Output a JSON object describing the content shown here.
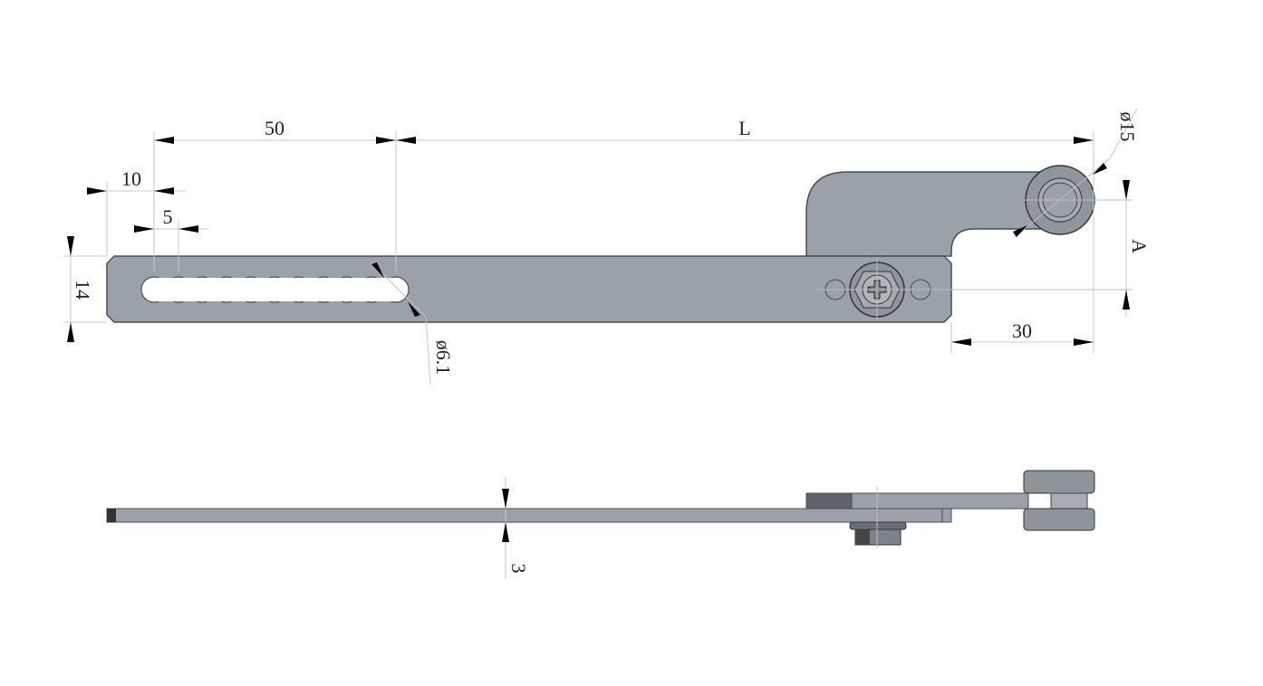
{
  "drawing": {
    "top_view": {
      "dimensions": {
        "slot_length": "50",
        "length": "L",
        "offset": "10",
        "pitch": "5",
        "width": "14",
        "hole_diameter": "ø6.1",
        "roller_diameter": "ø15",
        "height_offset": "A",
        "bracket_length": "30"
      }
    },
    "side_view": {
      "dimensions": {
        "thickness": "3"
      }
    },
    "colors": {
      "part": "#9aa1a8",
      "outline": "#4a4e52"
    }
  }
}
